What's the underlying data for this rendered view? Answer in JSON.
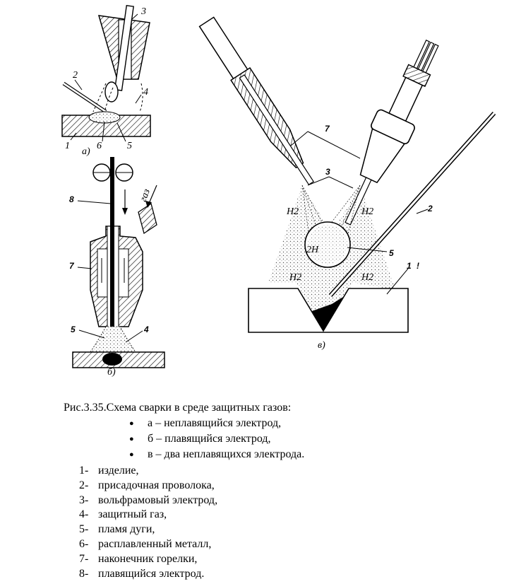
{
  "figure": {
    "subfigure_labels": [
      "а)",
      "б)",
      "в)"
    ],
    "part_labels_a": [
      "1",
      "2",
      "3",
      "4",
      "5",
      "6"
    ],
    "part_labels_b": [
      "4",
      "5",
      "7",
      "8"
    ],
    "gas_label_b": "газ",
    "part_labels_c": [
      "1",
      "2",
      "3",
      "5",
      "7"
    ],
    "h2_label": "H2",
    "atomic_h_label": "2H",
    "mark_near_1": "!"
  },
  "caption": {
    "title": "Рис.3.35.Схема сварки в среде защитных газов:",
    "variants": [
      "а – неплавящийся электрод,",
      "б – плавящийся электрод,",
      "в – два неплавящихся электрода."
    ]
  },
  "legend": {
    "items": [
      {
        "num": "1-",
        "text": "изделие,"
      },
      {
        "num": "2-",
        "text": "присадочная проволока,"
      },
      {
        "num": "3-",
        "text": "вольфрамовый электрод,"
      },
      {
        "num": "4-",
        "text": "защитный газ,"
      },
      {
        "num": "5-",
        "text": "пламя дуги,"
      },
      {
        "num": "6-",
        "text": "расплавленный металл,"
      },
      {
        "num": "7-",
        "text": "наконечник горелки,"
      },
      {
        "num": "8-",
        "text": "плавящийся электрод."
      }
    ]
  }
}
